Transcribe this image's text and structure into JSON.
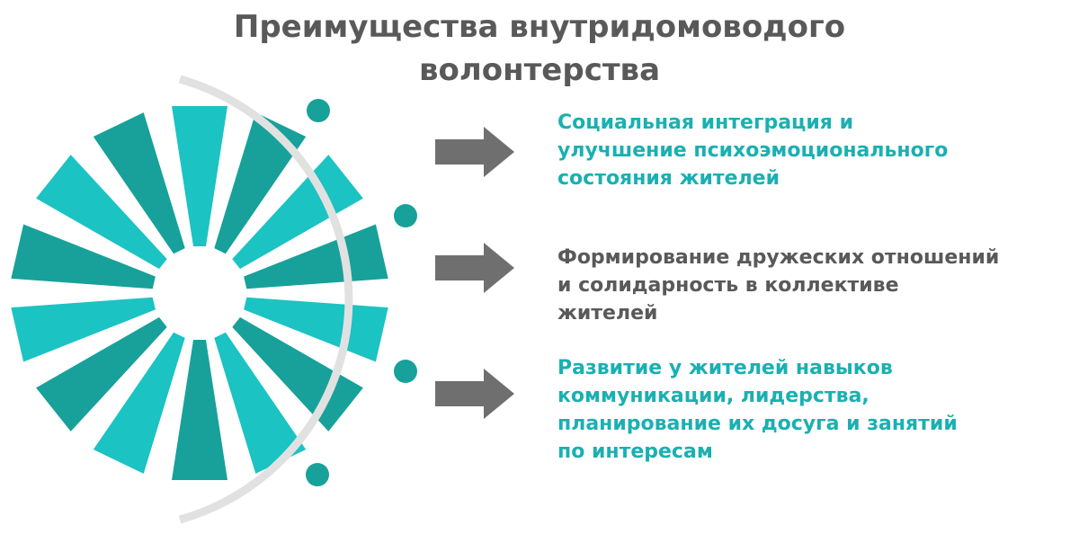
{
  "title": {
    "line1": "Преимущества внутридомоводого",
    "line2": "волонтерства"
  },
  "benefits": [
    {
      "lines": [
        "Социальная интеграция и",
        "улучшение психоэмоционального",
        "состояния жителей"
      ],
      "color": "#1AB0B2"
    },
    {
      "lines": [
        "Формирование дружеских отношений",
        "и солидарность в коллективе",
        "жителей"
      ],
      "color": "#595959"
    },
    {
      "lines": [
        "Развитие у жителей навыков",
        "коммуникации, лидерства,",
        "планирование их досуга и занятий",
        "по интересам"
      ],
      "color": "#1AB0B2"
    }
  ],
  "colors": {
    "teal_light": "#1BC3C3",
    "teal_dark": "#17A19A",
    "arc": "#E1E1E1",
    "arrow": "#6F6F6F",
    "title": "#595959"
  },
  "icons": {
    "arrow": "right-arrow-icon",
    "wheel": "pinwheel-graphic",
    "dot": "timeline-dot-icon"
  }
}
